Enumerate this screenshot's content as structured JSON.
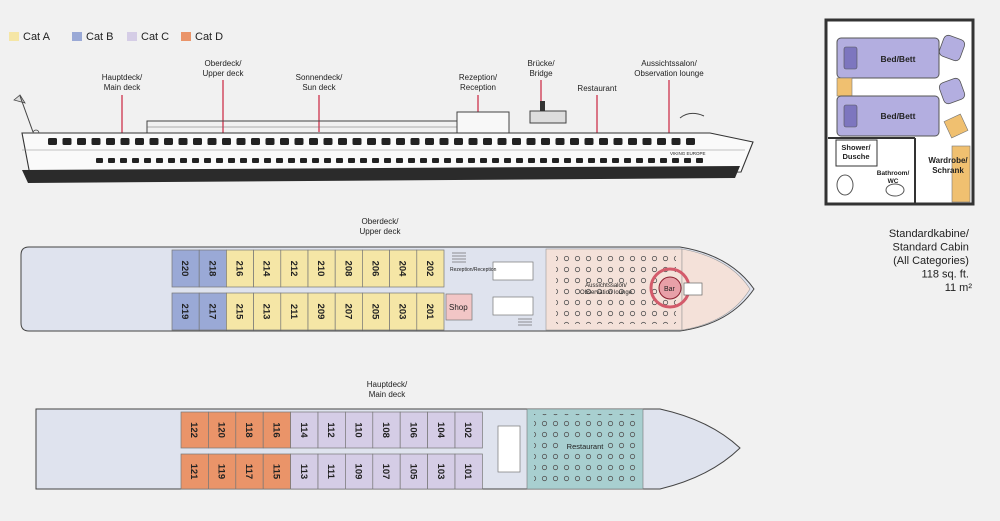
{
  "legend": [
    {
      "label": "Cat A",
      "color": "#f5e6a6"
    },
    {
      "label": "Cat B",
      "color": "#9aa9d6"
    },
    {
      "label": "Cat C",
      "color": "#d5cde6"
    },
    {
      "label": "Cat D",
      "color": "#ea9469"
    }
  ],
  "callouts": {
    "main_deck": [
      "Hauptdeck/",
      "Main deck"
    ],
    "upper_deck": [
      "Oberdeck/",
      "Upper deck"
    ],
    "sun_deck": [
      "Sonnendeck/",
      "Sun deck"
    ],
    "reception": [
      "Rezeption/",
      "Reception"
    ],
    "bridge": [
      "Brücke/",
      "Bridge"
    ],
    "restaurant": "Restaurant",
    "lounge": [
      "Aussichtssalon/",
      "Observation lounge"
    ]
  },
  "ship_name": "VIKING EUROPE",
  "upper_deck": {
    "title": [
      "Oberdeck/",
      "Upper deck"
    ],
    "top_row": [
      {
        "num": "220",
        "cat": "B"
      },
      {
        "num": "218",
        "cat": "B"
      },
      {
        "num": "216",
        "cat": "A"
      },
      {
        "num": "214",
        "cat": "A"
      },
      {
        "num": "212",
        "cat": "A"
      },
      {
        "num": "210",
        "cat": "A"
      },
      {
        "num": "208",
        "cat": "A"
      },
      {
        "num": "206",
        "cat": "A"
      },
      {
        "num": "204",
        "cat": "A"
      },
      {
        "num": "202",
        "cat": "A"
      }
    ],
    "bottom_row": [
      {
        "num": "219",
        "cat": "B"
      },
      {
        "num": "217",
        "cat": "B"
      },
      {
        "num": "215",
        "cat": "A"
      },
      {
        "num": "213",
        "cat": "A"
      },
      {
        "num": "211",
        "cat": "A"
      },
      {
        "num": "209",
        "cat": "A"
      },
      {
        "num": "207",
        "cat": "A"
      },
      {
        "num": "205",
        "cat": "A"
      },
      {
        "num": "203",
        "cat": "A"
      },
      {
        "num": "201",
        "cat": "A"
      }
    ],
    "reception_label": "Rezeption/Reception",
    "shop_label": "Shop",
    "lounge_label": [
      "Aussichtssalon/",
      "Observation lounge"
    ],
    "bar_label": "Bar"
  },
  "main_deck": {
    "title": [
      "Hauptdeck/",
      "Main deck"
    ],
    "top_row": [
      {
        "num": "122",
        "cat": "D"
      },
      {
        "num": "120",
        "cat": "D"
      },
      {
        "num": "118",
        "cat": "D"
      },
      {
        "num": "116",
        "cat": "D"
      },
      {
        "num": "114",
        "cat": "C"
      },
      {
        "num": "112",
        "cat": "C"
      },
      {
        "num": "110",
        "cat": "C"
      },
      {
        "num": "108",
        "cat": "C"
      },
      {
        "num": "106",
        "cat": "C"
      },
      {
        "num": "104",
        "cat": "C"
      },
      {
        "num": "102",
        "cat": "C"
      }
    ],
    "bottom_row": [
      {
        "num": "121",
        "cat": "D"
      },
      {
        "num": "119",
        "cat": "D"
      },
      {
        "num": "117",
        "cat": "D"
      },
      {
        "num": "115",
        "cat": "D"
      },
      {
        "num": "113",
        "cat": "C"
      },
      {
        "num": "111",
        "cat": "C"
      },
      {
        "num": "109",
        "cat": "C"
      },
      {
        "num": "107",
        "cat": "C"
      },
      {
        "num": "105",
        "cat": "C"
      },
      {
        "num": "103",
        "cat": "C"
      },
      {
        "num": "101",
        "cat": "C"
      }
    ],
    "restaurant_label": "Restaurant"
  },
  "cabin_plan": {
    "bed1": "Bed/Bett",
    "bed2": "Bed/Bett",
    "shower": [
      "Shower/",
      "Dusche"
    ],
    "bathroom": [
      "Bathroom/",
      "WC"
    ],
    "wardrobe": [
      "Wardrobe/",
      "Schrank"
    ]
  },
  "cabin_info": [
    "Standardkabine/",
    "Standard Cabin",
    "(All Categories)",
    "118 sq. ft.",
    "11 m²"
  ]
}
